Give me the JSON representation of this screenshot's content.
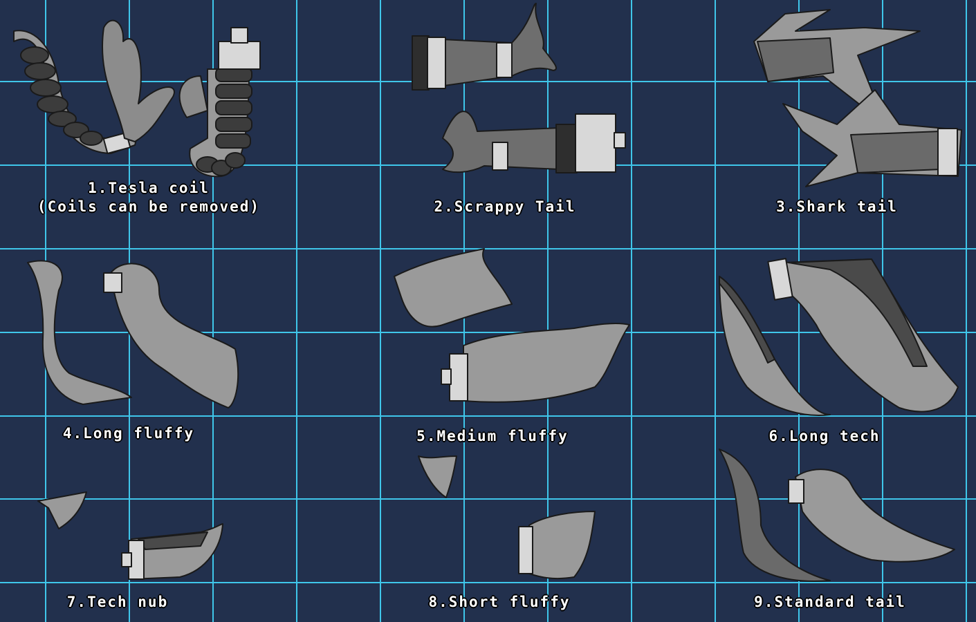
{
  "colors": {
    "background": "#22304d",
    "grid_line": "#3fc6ea",
    "fur_light": "#9a9a9a",
    "fur_dark": "#5c5c5c",
    "coil": "#3c3c3c",
    "metal": "#d8d8d8",
    "outline": "#1a1a1a"
  },
  "tails": [
    {
      "number": "1",
      "name": "Tesla coil",
      "note": "(Coils can be removed)"
    },
    {
      "number": "2",
      "name": "Scrappy Tail"
    },
    {
      "number": "3",
      "name": "Shark tail"
    },
    {
      "number": "4",
      "name": "Long fluffy"
    },
    {
      "number": "5",
      "name": "Medium fluffy"
    },
    {
      "number": "6",
      "name": "Long tech"
    },
    {
      "number": "7",
      "name": "Tech nub"
    },
    {
      "number": "8",
      "name": "Short fluffy"
    },
    {
      "number": "9",
      "name": "Standard tail"
    }
  ],
  "labels": {
    "t1_title": "1.Tesla coil",
    "t1_note": "(Coils can be removed)",
    "t2": "2.Scrappy Tail",
    "t3": "3.Shark tail",
    "t4": "4.Long fluffy",
    "t5": "5.Medium fluffy",
    "t6": "6.Long tech",
    "t7": "7.Tech nub",
    "t8": "8.Short fluffy",
    "t9": "9.Standard tail"
  }
}
